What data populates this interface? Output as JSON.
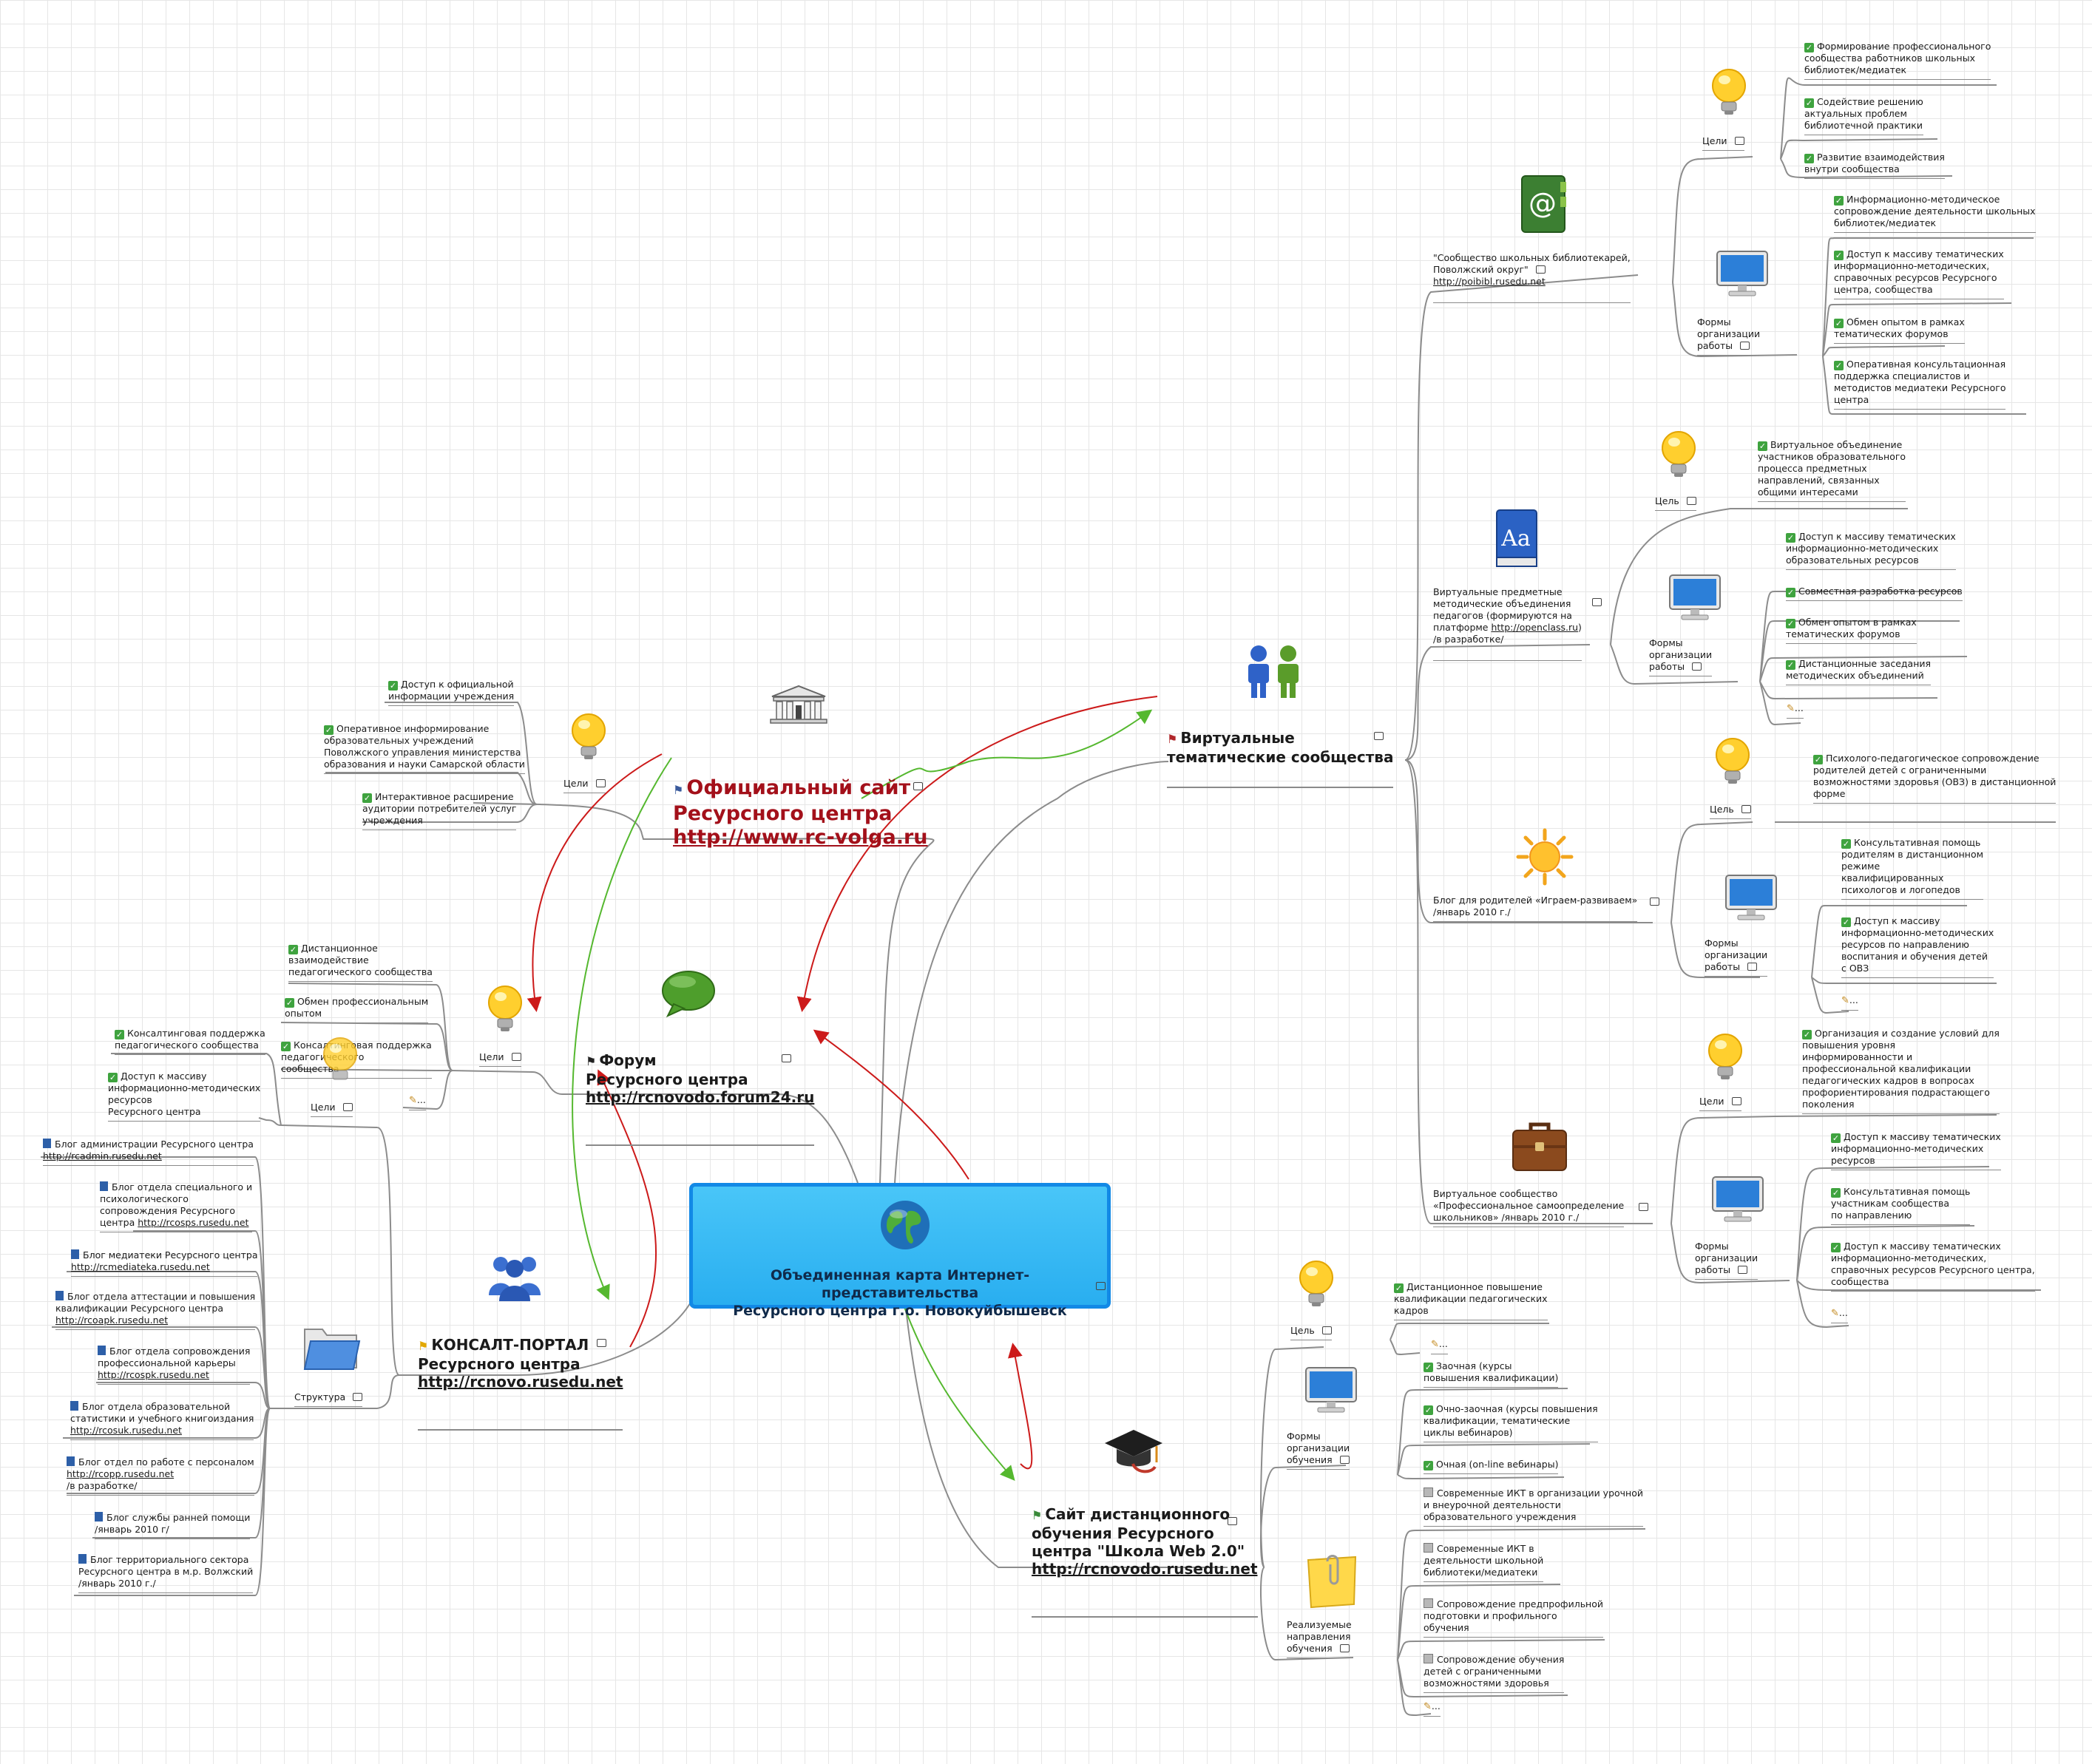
{
  "root": {
    "title": "Объединенная карта  Интернет-представительства\nРесурсного центра  г.о. Новокуйбышевск",
    "icon": "globe-icon"
  },
  "official": {
    "title": "Официальный сайт\nРесурсного центра",
    "url": "http://www.rc-volga.ru",
    "icon": "bank-building-icon",
    "goals_label": "Цели",
    "goals": [
      "Доступ к официальной\nинформации учреждения",
      "Оперативное информирование\nобразовательных учреждений\nПоволжского управления министерства\nобразования  и науки Самарской области",
      "Интерактивное расширение\nаудитории потребителей услуг\nучреждения"
    ]
  },
  "forum": {
    "title": "Форум\nРесурсного центра",
    "url": "http://rcnovodo.forum24.ru",
    "icon": "speech-bubble-icon",
    "goals_label": "Цели",
    "goals": [
      "Дистанционное\nвзаимодействие\nпедагогического сообщества",
      "Обмен профессиональным\nопытом",
      "Консалтинговая поддержка\nпедагогического\nсообщества"
    ],
    "more": "..."
  },
  "konsalt": {
    "title": "КОНСАЛТ-ПОРТАЛ\nРесурсного центра",
    "url": "http://rcnovo.rusedu.net",
    "icon": "people-group-icon",
    "goals_label": "Цели",
    "goals": [
      "Консалтинговая поддержка\nпедагогического сообщества",
      "Доступ к массиву\nинформационно-методических\nресурсов\nРесурсного центра"
    ],
    "structure_label": "Структура",
    "blogs": [
      {
        "text": "Блог администрации Ресурсного центра",
        "url": "http://rcadmin.rusedu.net"
      },
      {
        "text": "Блог отдела специального и\nпсихологического\nсопровождения Ресурсного\nцентра",
        "url": "http://rcosps.rusedu.net"
      },
      {
        "text": "Блог медиатеки Ресурсного центра",
        "url": "http://rcmediateka.rusedu.net"
      },
      {
        "text": "Блог отдела аттестации и повышения\nквалификации Ресурсного центра",
        "url": "http://rcoapk.rusedu.net"
      },
      {
        "text": "Блог отдела сопровождения\nпрофессиональной карьеры",
        "url": "http://rcospk.rusedu.net"
      },
      {
        "text": "Блог отдела образовательной\nстатистики и учебного книгоиздания",
        "url": "http://rcosuk.rusedu.net"
      },
      {
        "text": "Блог отдел по работе с персоналом",
        "url": "http://rcopp.rusedu.net",
        "extra": "/в разработке/"
      },
      {
        "text": "Блог службы ранней помощи\n/январь 2010 г/"
      },
      {
        "text": "Блог территориального сектора\nРесурсного центра в м.р. Волжский\n/январь 2010 г./"
      }
    ]
  },
  "virtual": {
    "title": "Виртуальные\nтематические сообщества",
    "icon": "two-people-icon",
    "libr": {
      "title": "\"Сообщество школьных библиотекарей,\nПоволжский округ\"",
      "url": "http://poibibl.rusedu.net",
      "icon": "address-book-icon",
      "goals_label": "Цели",
      "goals": [
        "Формирование профессионального\nсообщества работников школьных\nбиблиотек/медиатек",
        "Содействие решению\nактуальных проблем\nбиблиотечной практики",
        "Развитие взаимодействия\nвнутри сообщества"
      ],
      "forms_label": "Формы\nорганизации\nработы",
      "forms": [
        "Информационно-методическое\nсопровождение деятельности школьных\nбиблиотек/медиатек",
        "Доступ к массиву тематических\nинформационно-методических,\nсправочных ресурсов Ресурсного\nцентра, сообщества",
        "Обмен опытом в рамках\nтематических форумов",
        "Оперативная консультационная\nподдержка специалистов и\nметодистов медиатеки Ресурсного\nцентра"
      ]
    },
    "subj": {
      "title": "Виртуальные предметные\nметодические объединения\nпедагогов (формируются на\nплатформе",
      "url": "http://openclass.ru",
      "after": ")\n/в разработке/",
      "icon": "dictionary-book-icon",
      "goal_label": "Цель",
      "goal": "Виртуальное объединение\nучастников образовательного\nпроцесса предметных\nнаправлений, связанных\nобщими интересами",
      "forms_label": "Формы\nорганизации\nработы",
      "forms": [
        "Доступ к массиву тематических\nинформационно-методических\nобразовательных ресурсов",
        "Совместная разработка ресурсов",
        "Обмен опытом в рамках\nтематических форумов",
        "Дистанционные заседания\nметодических объединений"
      ],
      "more": "..."
    },
    "parents": {
      "title": "Блог для родителей «Играем-развиваем»\n/январь 2010 г./",
      "icon": "sun-icon",
      "goal_label": "Цель",
      "goal": "Психолого-педагогическое сопровождение\nродителей детей с ограниченными\nвозможностями здоровья (ОВЗ) в дистанционной\nформе",
      "forms_label": "Формы\nорганизации\nработы",
      "forms": [
        "Консультативная помощь\nродителям в дистанционном\nрежиме\nквалифицированных\nпсихологов и логопедов",
        "Доступ к массиву\nинформационно-методических\nресурсов по направлению\nвоспитания и обучения детей\nс ОВЗ"
      ],
      "more": "..."
    },
    "career": {
      "title": "Виртуальное сообщество\n«Профессиональное самоопределение\nшкольников» /январь 2010 г./",
      "icon": "briefcase-icon",
      "goal_label": "Цели",
      "goal": "Организация и создание условий для\nповышения уровня\nинформированности и\nпрофессиональной квалификации\nпедагогических кадров в вопросах\nпрофориентирования подрастающего\nпоколения",
      "forms_label": "Формы\nорганизации\nработы",
      "forms": [
        "Доступ к массиву тематических\nинформационно-методических\nресурсов",
        "Консультативная помощь\nучастникам сообщества\nпо направлению",
        "Доступ к массиву тематических\nинформационно-методических,\nсправочных ресурсов Ресурсного центра,\nсообщества"
      ],
      "more": "..."
    }
  },
  "distance": {
    "title": "Сайт дистанционного\nобучения Ресурсного\nцентра \"Школа Web 2.0\"",
    "url": "http://rcnovodo.rusedu.net",
    "icon": "graduation-cap-icon",
    "goal_label": "Цель",
    "goal": "Дистанционное повышение\nквалификации педагогических\nкадров",
    "goal_more": "...",
    "forms_label": "Формы\nорганизации\nобучения",
    "forms": [
      "Заочная  (курсы\nповышения квалификации)",
      "Очно-заочная (курсы повышения\nквалификации, тематические\nциклы вебинаров)",
      "Очная (on-line вебинары)"
    ],
    "dirs_label": "Реализуемые\nнаправления\nобучения",
    "dirs": [
      "Современные ИКТ в организации урочной\nи внеурочной деятельности\nобразовательного учреждения",
      "Современные ИКТ в\nдеятельности школьной\nбиблиотеки/медиатеки",
      "Сопровождение предпрофильной\nподготовки и профильного\nобучения",
      "Сопровождение обучения\nдетей с ограниченными\nвозможностями здоровья"
    ],
    "more": "..."
  }
}
